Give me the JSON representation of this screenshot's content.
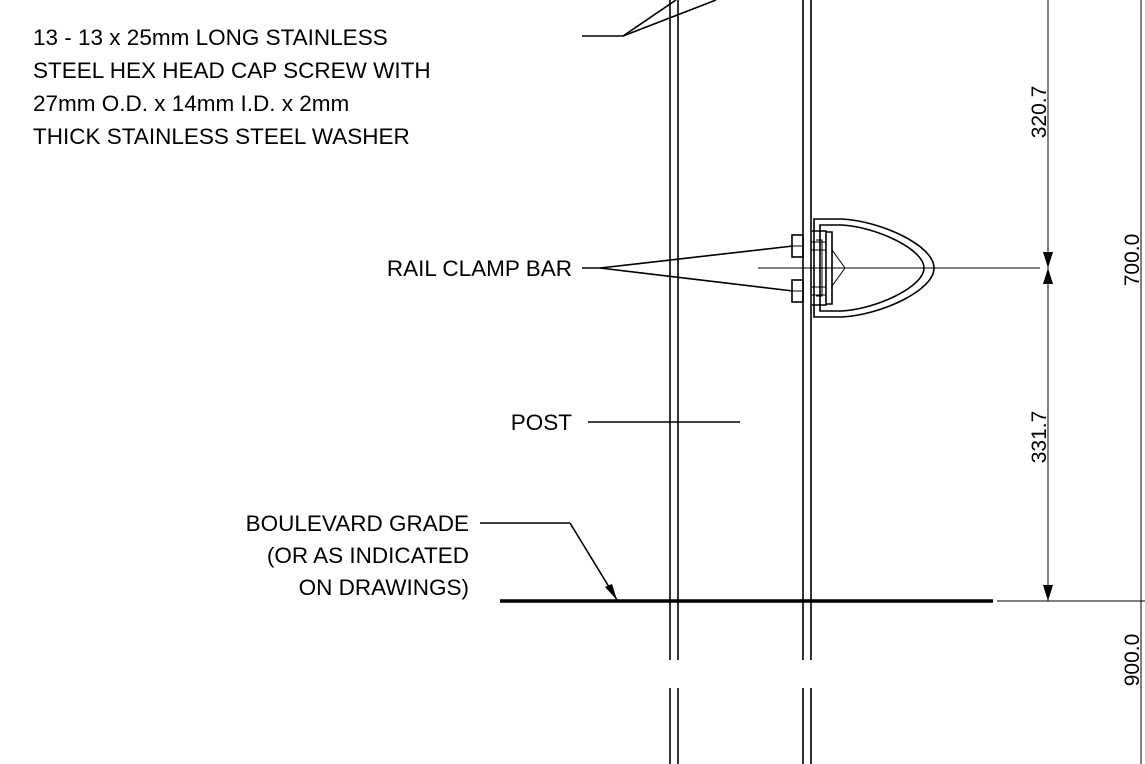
{
  "notes": {
    "screw": [
      "13 - 13 x 25mm LONG STAINLESS",
      "STEEL HEX HEAD CAP SCREW WITH",
      "27mm O.D. x 14mm I.D. x 2mm",
      "THICK STAINLESS STEEL WASHER"
    ],
    "rail_clamp_bar": "RAIL CLAMP BAR",
    "post": "POST",
    "grade": [
      "BOULEVARD GRADE",
      "(OR AS INDICATED",
      "ON DRAWINGS)"
    ]
  },
  "dimensions": {
    "upper": "320.7",
    "lower": "331.7",
    "total": "700.0",
    "embed": "900.0"
  }
}
